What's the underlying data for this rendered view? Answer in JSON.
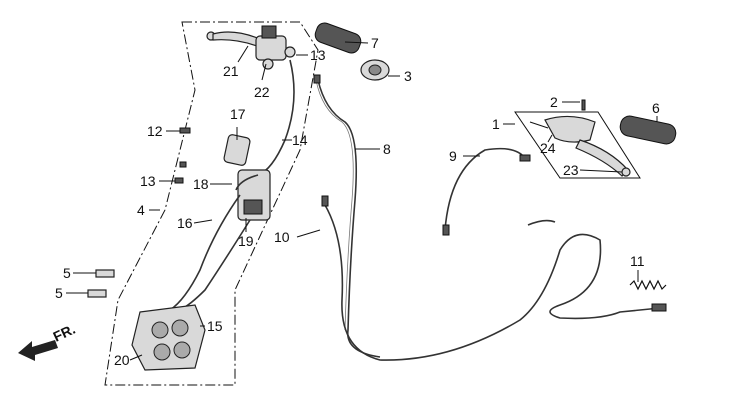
{
  "diagram": {
    "labels": {
      "p1": "1",
      "p2": "2",
      "p3": "3",
      "p4": "4",
      "p5a": "5",
      "p5b": "5",
      "p6": "6",
      "p7": "7",
      "p8": "8",
      "p9": "9",
      "p10": "10",
      "p11": "11",
      "p12": "12",
      "p13a": "13",
      "p13b": "13",
      "p14": "14",
      "p15": "15",
      "p16": "16",
      "p17": "17",
      "p18": "18",
      "p19": "19",
      "p20": "20",
      "p21": "21",
      "p22": "22",
      "p23": "23",
      "p24": "24"
    },
    "direction_marker": "FR."
  }
}
